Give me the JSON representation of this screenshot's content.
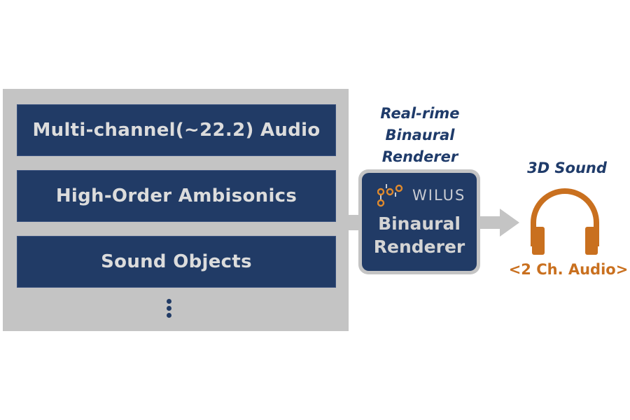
{
  "sources": {
    "items": [
      {
        "label": "Multi-channel(~22.2) Audio"
      },
      {
        "label": "High-Order Ambisonics"
      },
      {
        "label": "Sound Objects"
      }
    ],
    "more_indicator": "ellipsis-vertical"
  },
  "renderer": {
    "caption_lines": [
      "Real-rime",
      "Binaural",
      "Renderer"
    ],
    "brand": "WILUS",
    "brand_icon": "wilus-nodes-logo",
    "title_lines": [
      "Binaural",
      "Renderer"
    ]
  },
  "output": {
    "caption": "3D Sound",
    "icon": "headphones-icon",
    "label": "<2 Ch. Audio>"
  },
  "colors": {
    "navy": "#213b66",
    "panel_gray": "#c4c4c4",
    "orange": "#c9701f",
    "caption_blue": "#1f3b6a",
    "light_text": "#dcdcdc"
  }
}
